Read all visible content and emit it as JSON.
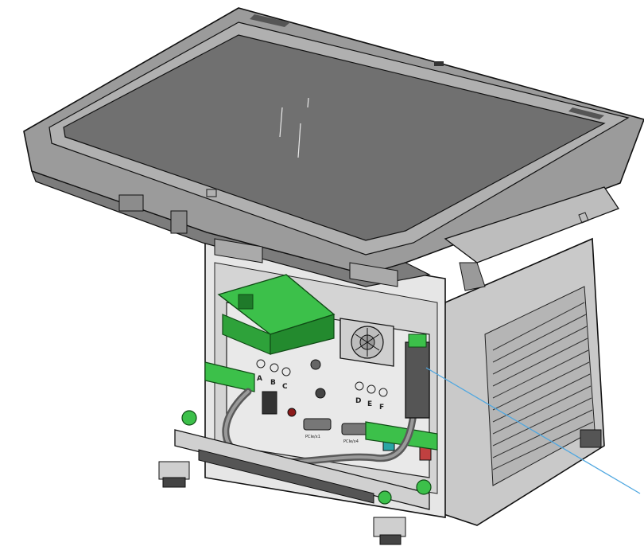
{
  "colors": {
    "accent_green": "#3cc04a",
    "dark_green": "#1f7a2a",
    "screen": "#6e6e6e",
    "bezel": "#8a8a8a",
    "body": "#bdbdbd",
    "callout_line": "#4fa7e0"
  },
  "port_labels": {
    "a": "A",
    "b": "B",
    "c": "C",
    "d": "D",
    "e": "E",
    "f": "F",
    "pcie_1": "PCIe/x1",
    "pcie_2": "PCIe/x4"
  }
}
